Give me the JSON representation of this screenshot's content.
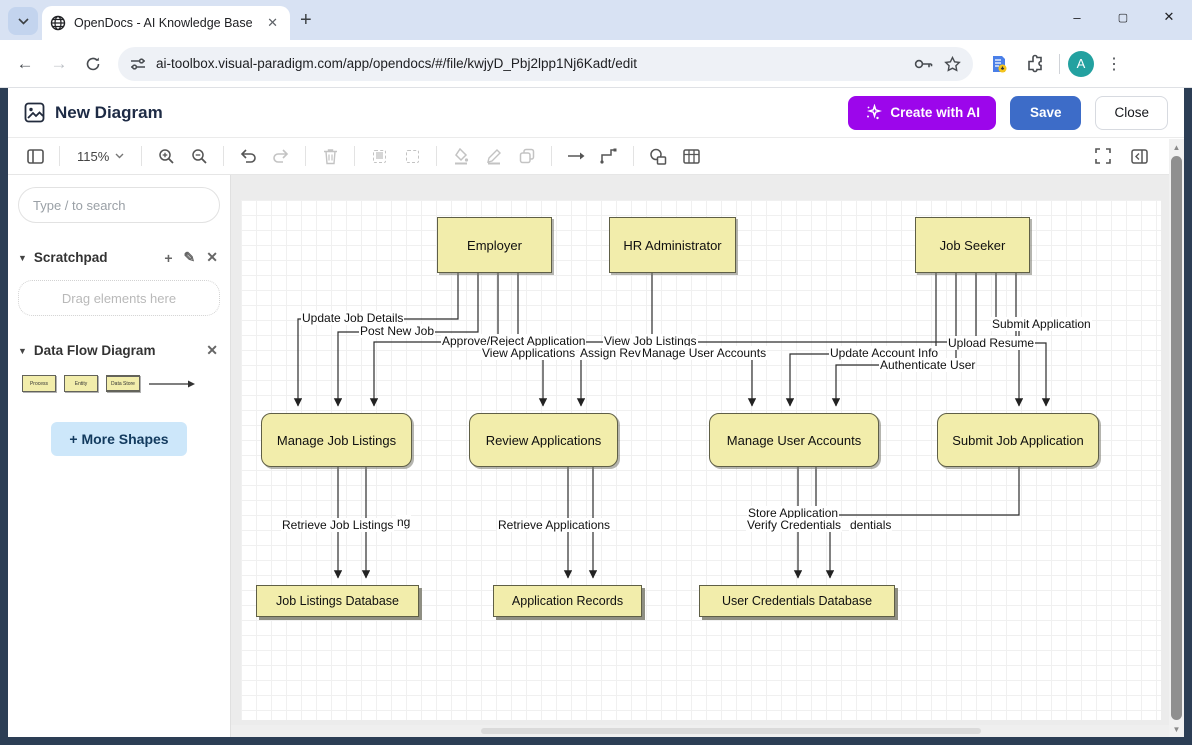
{
  "browser": {
    "tab_title": "OpenDocs - AI Knowledge Base",
    "url": "ai-toolbox.visual-paradigm.com/app/opendocs/#/file/kwjyD_Pbj2lpp1Nj6Kadt/edit",
    "avatar_letter": "A",
    "controls": {
      "minimize": "–",
      "maximize": "▢",
      "close": "✕",
      "tab_close": "✕",
      "new_tab": "+"
    }
  },
  "header": {
    "title": "New Diagram",
    "create_ai_label": "Create with AI",
    "save_label": "Save",
    "close_label": "Close"
  },
  "toolbar": {
    "zoom_level": "115%"
  },
  "sidebar": {
    "search_placeholder": "Type / to search",
    "scratchpad": {
      "title": "Scratchpad",
      "dropzone": "Drag elements here"
    },
    "dfd": {
      "title": "Data Flow Diagram",
      "shapes": [
        "Process",
        "Entity",
        "Data Store"
      ]
    },
    "more_shapes_label": "+ More Shapes"
  },
  "diagram": {
    "entities": [
      "Employer",
      "HR Administrator",
      "Job Seeker"
    ],
    "processes": [
      "Manage Job Listings",
      "Review Applications",
      "Manage User Accounts",
      "Submit Job Application"
    ],
    "stores": [
      "Job Listings Database",
      "Application Records",
      "User Credentials Database"
    ],
    "edge_labels": [
      "Update Job Details",
      "Post New Job",
      "Approve/Reject Application",
      "View Applications",
      "View Job Listings",
      "Assign Rev",
      "Manage User Accounts",
      "Update Account Info",
      "Authenticate User",
      "Submit Application",
      "Upload Resume",
      "Retrieve Job Listings",
      "ng",
      "Retrieve Applications",
      "Store Application",
      "Verify Credentials",
      "dentials"
    ]
  },
  "colors": {
    "accent_purple": "#9c06eb",
    "save_blue": "#3d6cc8",
    "node_fill": "#f2edab",
    "node_border": "#5f5f46",
    "more_shapes_bg": "#cde7fa",
    "avatar_teal": "#23a1a0",
    "frame_dark": "#2c3e55"
  }
}
